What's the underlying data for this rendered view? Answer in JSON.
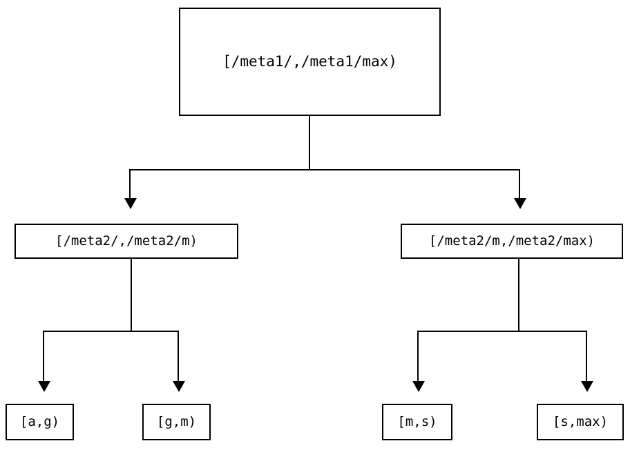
{
  "diagram": {
    "type": "tree",
    "title": "",
    "orientation": "top-down",
    "colors": {
      "stroke": "#000000",
      "fill": "#ffffff",
      "text": "#000000",
      "background": "#ffffff"
    },
    "nodes": {
      "root": {
        "label": "[/meta1/,/meta1/max)",
        "level": 0
      },
      "mid_left": {
        "label": "[/meta2/,/meta2/m)",
        "level": 1
      },
      "mid_right": {
        "label": "[/meta2/m,/meta2/max)",
        "level": 1
      },
      "leaf_ag": {
        "label": "[a,g)",
        "level": 2
      },
      "leaf_gm": {
        "label": "[g,m)",
        "level": 2
      },
      "leaf_ms": {
        "label": "[m,s)",
        "level": 2
      },
      "leaf_smax": {
        "label": "[s,max)",
        "level": 2
      }
    },
    "edges": [
      {
        "from": "root",
        "to": "mid_left",
        "arrow": "down-triangle"
      },
      {
        "from": "root",
        "to": "mid_right",
        "arrow": "down-triangle"
      },
      {
        "from": "mid_left",
        "to": "leaf_ag",
        "arrow": "down-triangle"
      },
      {
        "from": "mid_left",
        "to": "leaf_gm",
        "arrow": "down-triangle"
      },
      {
        "from": "mid_right",
        "to": "leaf_ms",
        "arrow": "down-triangle"
      },
      {
        "from": "mid_right",
        "to": "leaf_smax",
        "arrow": "down-triangle"
      }
    ]
  }
}
